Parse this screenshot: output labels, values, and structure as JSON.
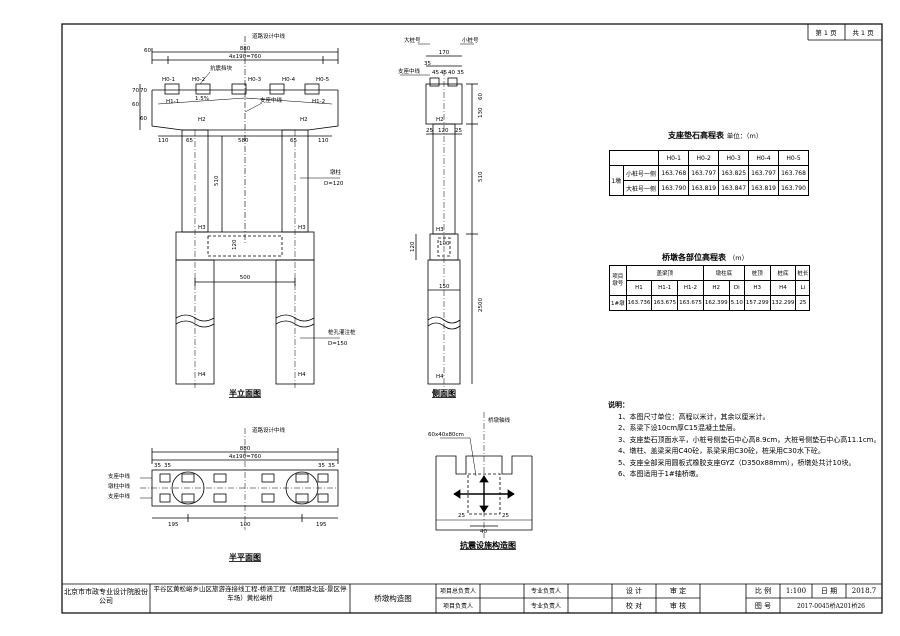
{
  "sheet": {
    "page_label": "第 1 页",
    "total_label": "共 1 页"
  },
  "front_view": {
    "title": "半立面图",
    "road_centerline": "道路设计中线",
    "seismic_block": "抗震挡块",
    "pad_centerline": "支座中线",
    "road_center2": "道路设计中线",
    "overall": "880",
    "spacing": "4x190=760",
    "dim_60": "60",
    "dims_left": [
      "70",
      "60",
      "70",
      "60"
    ],
    "h0_labels": [
      "H0-1",
      "H0-2",
      "H0-3",
      "H0-4",
      "H0-5"
    ],
    "h1_labels": [
      "H1-1",
      "H1-2"
    ],
    "h2": "H2",
    "h3": "H3",
    "h4": "H4",
    "slope": "1.5%",
    "dims_cap": [
      "110",
      "65",
      "580",
      "65",
      "110"
    ],
    "pier_height": "510",
    "tie_height": "120",
    "tie_span": "500",
    "pier_label": "墩柱",
    "pier_dia": "D=120",
    "pile_label": "桩孔灌注桩",
    "pile_dia": "D=150"
  },
  "side_view": {
    "title": "侧面图",
    "big_mark": "大桩号",
    "small_mark": "小桩号",
    "pad_center": "支座中线",
    "top_width": "170",
    "dims_top": [
      "35",
      "45",
      "45",
      "40",
      "35"
    ],
    "dims_mid": [
      "25",
      "120",
      "25"
    ],
    "dim_150": "150",
    "dims_right": [
      "60",
      "130"
    ],
    "pier": "510",
    "pile": "2500",
    "tie": "120",
    "tie_w": "100",
    "h2": "H2",
    "h3": "H3",
    "h4": "H4"
  },
  "plan_view": {
    "title": "半平面图",
    "road_centerline": "道路设计中线",
    "overall": "880",
    "spacing": "4x190=760",
    "dims_top": [
      "35",
      "35",
      "35",
      "35"
    ],
    "left_labels": [
      "支座中线",
      "墩柱中线",
      "支座中线"
    ],
    "dims_bottom": [
      "195",
      "100",
      "195"
    ]
  },
  "seismic_detail": {
    "title": "抗震设施构造图",
    "axis": "桥墩轴线",
    "block": "60x40x80cm",
    "dims": [
      "25",
      "25",
      "40"
    ]
  },
  "pad_table": {
    "title": "支座垫石高程表",
    "unit": "单位：（m）",
    "headers": [
      "H0-1",
      "H0-2",
      "H0-3",
      "H0-4",
      "H0-5"
    ],
    "row_group": "1墩",
    "rows": [
      {
        "side": "小桩号一侧",
        "values": [
          "163.768",
          "163.797",
          "163.825",
          "163.797",
          "163.768"
        ]
      },
      {
        "side": "大桩号一侧",
        "values": [
          "163.790",
          "163.819",
          "163.847",
          "163.819",
          "163.790"
        ]
      }
    ]
  },
  "elev_table": {
    "title": "桥墩各部位高程表",
    "unit": "（m）",
    "corner_top": "项目",
    "corner_bottom": "墩号",
    "groups": [
      "盖梁顶",
      "墩柱底",
      "桩顶",
      "桩底",
      "桩长"
    ],
    "headers": [
      "H1",
      "H1-1",
      "H1-2",
      "H2",
      "Di",
      "H3",
      "H4",
      "Li"
    ],
    "row_label": "1#墩",
    "values": [
      "163.736",
      "163.675",
      "163.675",
      "162.399",
      "5.10",
      "157.299",
      "132.299",
      "25"
    ]
  },
  "notes": {
    "title": "说明：",
    "items": [
      "1、本图尺寸单位：高程以米计，其余以厘米计。",
      "2、系梁下设10cm厚C15混凝土垫层。",
      "3、支座垫石顶面水平，小桩号侧垫石中心高8.9cm，大桩号侧垫石中心高11.1cm。",
      "4、墩柱、盖梁采用C40砼，系梁采用C30砼，桩采用C30水下砼。",
      "5、支座全部采用圆板式橡胶支座GYZ（D350x88mm），桥墩处共计10块。",
      "6、本图适用于1#轴桥墩。"
    ]
  },
  "title_block": {
    "company": "北京市市政专业设计院股份公司",
    "project": "平谷区黄松峪乡山区旅游连接线工程-桥涵工程（胡图路北延-景区停车场）黄松峪桥",
    "drawing": "桥墩构造图",
    "roles": [
      "项目总负责人",
      "项目负责人",
      "专业负责人",
      "专业负责人",
      "设 计",
      "校 对",
      "审 定",
      "审 核"
    ],
    "scale_label": "比 例",
    "scale": "1:100",
    "date_label": "日 期",
    "date": "2018.7",
    "number_label": "图 号",
    "number": "2017-0045桥A201桥26"
  }
}
